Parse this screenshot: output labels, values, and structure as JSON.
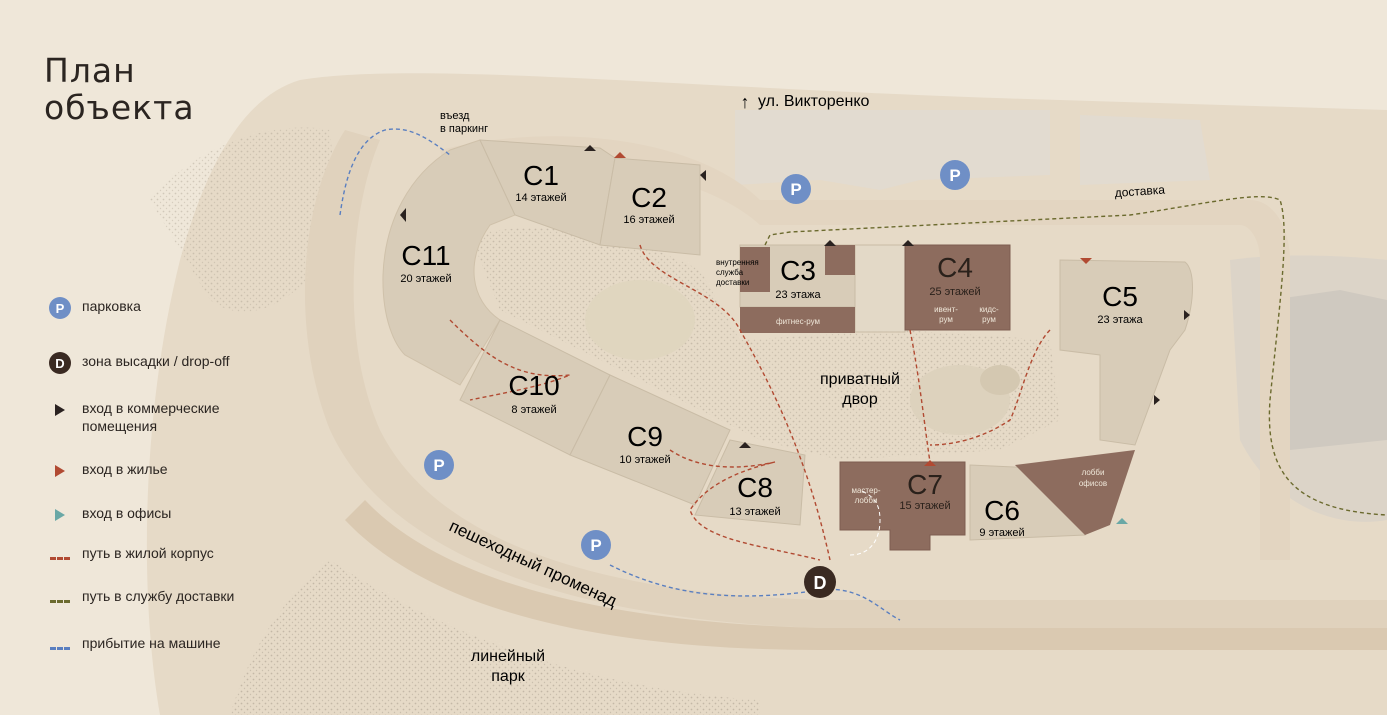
{
  "title": "План объекта",
  "colors": {
    "background": "#efe7d9",
    "building": "#d8ccb8",
    "building_dark": "#8d6c5e",
    "parking_badge": "#6f8fc6",
    "dropoff_badge": "#3a2a22",
    "residential_path": "#b14a32",
    "delivery_path": "#6b6a2e",
    "car_path": "#5a7fc0",
    "office_entrance": "#6aa8a6"
  },
  "legend": [
    {
      "icon": "parking-icon",
      "label": "парковка"
    },
    {
      "icon": "dropoff-icon",
      "label": "зона высадки / drop-off"
    },
    {
      "icon": "commercial-entrance-icon",
      "label": "вход в коммерческие помещения"
    },
    {
      "icon": "residential-entrance-icon",
      "label": "вход в жилье"
    },
    {
      "icon": "office-entrance-icon",
      "label": "вход в офисы"
    },
    {
      "icon": "residential-path-icon",
      "label": "путь в жилой корпус"
    },
    {
      "icon": "delivery-path-icon",
      "label": "путь в службу доставки"
    },
    {
      "icon": "car-path-icon",
      "label": "прибытие на машине"
    }
  ],
  "badges": {
    "parking": "P",
    "dropoff": "D"
  },
  "buildings": [
    {
      "id": "C1",
      "name": "С1",
      "floors": "14 этажей"
    },
    {
      "id": "C2",
      "name": "С2",
      "floors": "16 этажей"
    },
    {
      "id": "C3",
      "name": "С3",
      "floors": "23 этажа"
    },
    {
      "id": "C4",
      "name": "С4",
      "floors": "25 этажей"
    },
    {
      "id": "C5",
      "name": "С5",
      "floors": "23 этажа"
    },
    {
      "id": "C6",
      "name": "С6",
      "floors": "9 этажей"
    },
    {
      "id": "C7",
      "name": "С7",
      "floors": "15 этажей"
    },
    {
      "id": "C8",
      "name": "С8",
      "floors": "13 этажей"
    },
    {
      "id": "C9",
      "name": "С9",
      "floors": "10 этажей"
    },
    {
      "id": "C10",
      "name": "С10",
      "floors": "8 этажей"
    },
    {
      "id": "C11",
      "name": "С11",
      "floors": "20 этажей"
    }
  ],
  "labels": {
    "street": "ул. Викторенко",
    "parking_entry_1": "въезд",
    "parking_entry_2": "в паркинг",
    "delivery": "доставка",
    "delivery_service_1": "внутренняя",
    "delivery_service_2": "служба",
    "delivery_service_3": "доставки",
    "fitness": "фитнес-рум",
    "event_1": "ивент-",
    "event_2": "рум",
    "kids_1": "кидс-",
    "kids_2": "рум",
    "courtyard_1": "приватный",
    "courtyard_2": "двор",
    "office_lobby_1": "лобби",
    "office_lobby_2": "офисов",
    "master_lobby_1": "мастер-",
    "master_lobby_2": "лобби",
    "promenade": "пешеходный променад",
    "park_1": "линейный",
    "park_2": "парк"
  }
}
